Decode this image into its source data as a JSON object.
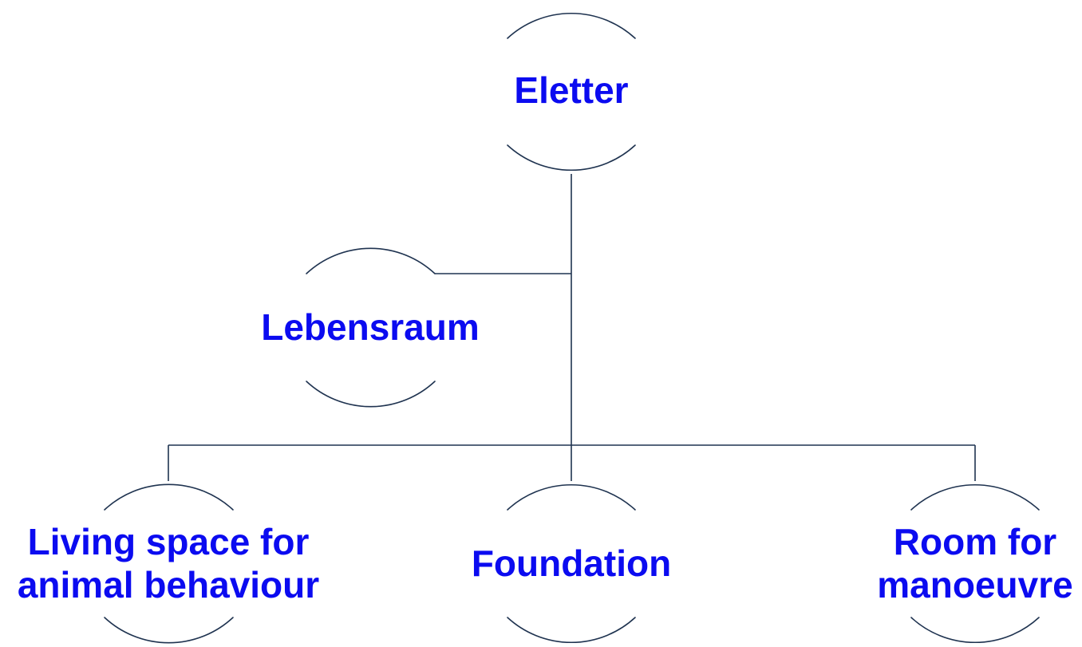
{
  "diagram": {
    "text_color": "#0b0bf0",
    "line_color": "#1f3350",
    "nodes": {
      "root": {
        "lines": [
          "Eletter"
        ]
      },
      "lebensraum": {
        "lines": [
          "Lebensraum"
        ]
      },
      "living_space": {
        "lines": [
          "Living space for",
          "animal behaviour"
        ]
      },
      "foundation": {
        "lines": [
          "Foundation"
        ]
      },
      "room": {
        "lines": [
          "Room for",
          "manoeuvre"
        ]
      }
    },
    "edges": [
      {
        "from": "root",
        "to": "lebensraum"
      },
      {
        "from": "root",
        "to": "living_space"
      },
      {
        "from": "root",
        "to": "foundation"
      },
      {
        "from": "root",
        "to": "room"
      }
    ]
  }
}
